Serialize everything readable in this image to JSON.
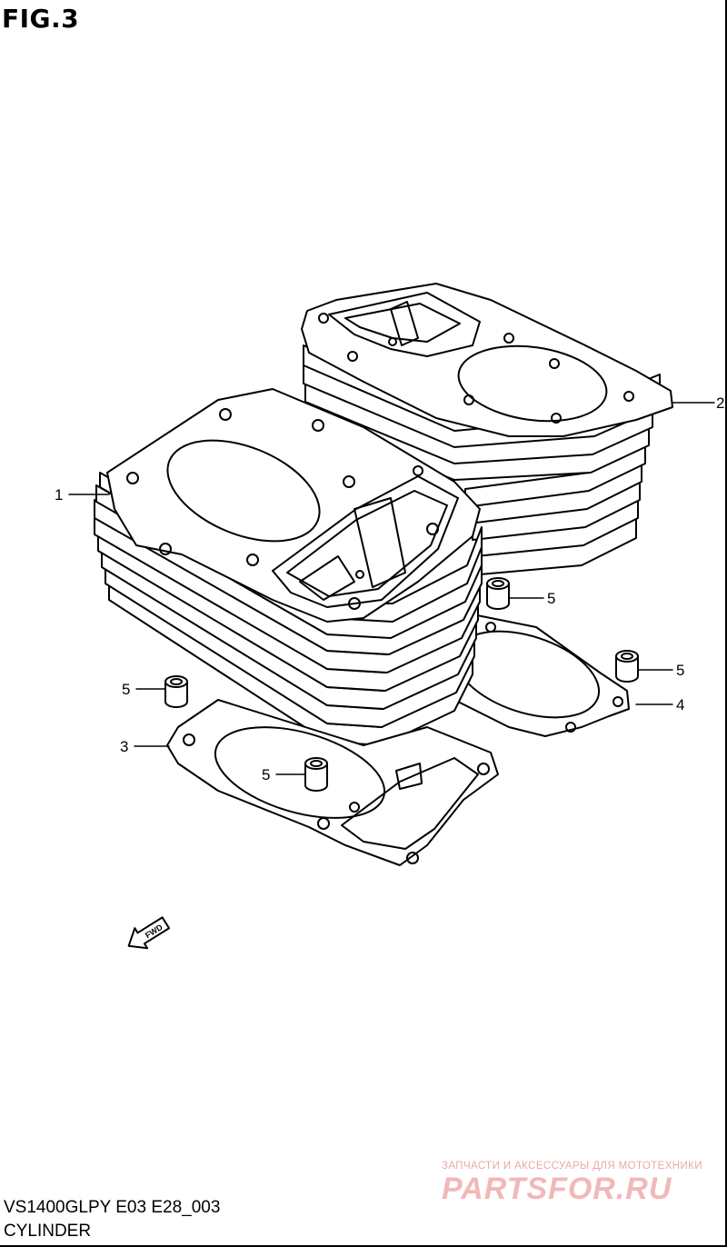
{
  "figure": {
    "title": "FIG.3"
  },
  "callouts": [
    {
      "id": "1",
      "label": "1"
    },
    {
      "id": "2",
      "label": "2"
    },
    {
      "id": "3",
      "label": "3"
    },
    {
      "id": "4",
      "label": "4"
    },
    {
      "id": "5a",
      "label": "5"
    },
    {
      "id": "5b",
      "label": "5"
    },
    {
      "id": "5c",
      "label": "5"
    },
    {
      "id": "5d",
      "label": "5"
    }
  ],
  "fwd_label": "FWD",
  "footer": {
    "model_code": "VS1400GLPY E03 E28_003",
    "section_name": "CYLINDER"
  },
  "watermark": {
    "tagline": "ЗАПЧАСТИ И АКСЕССУАРЫ ДЛЯ МОТОТЕХНИКИ",
    "brand": "PARTSFOR.RU",
    "color": "#f2b8b8"
  }
}
